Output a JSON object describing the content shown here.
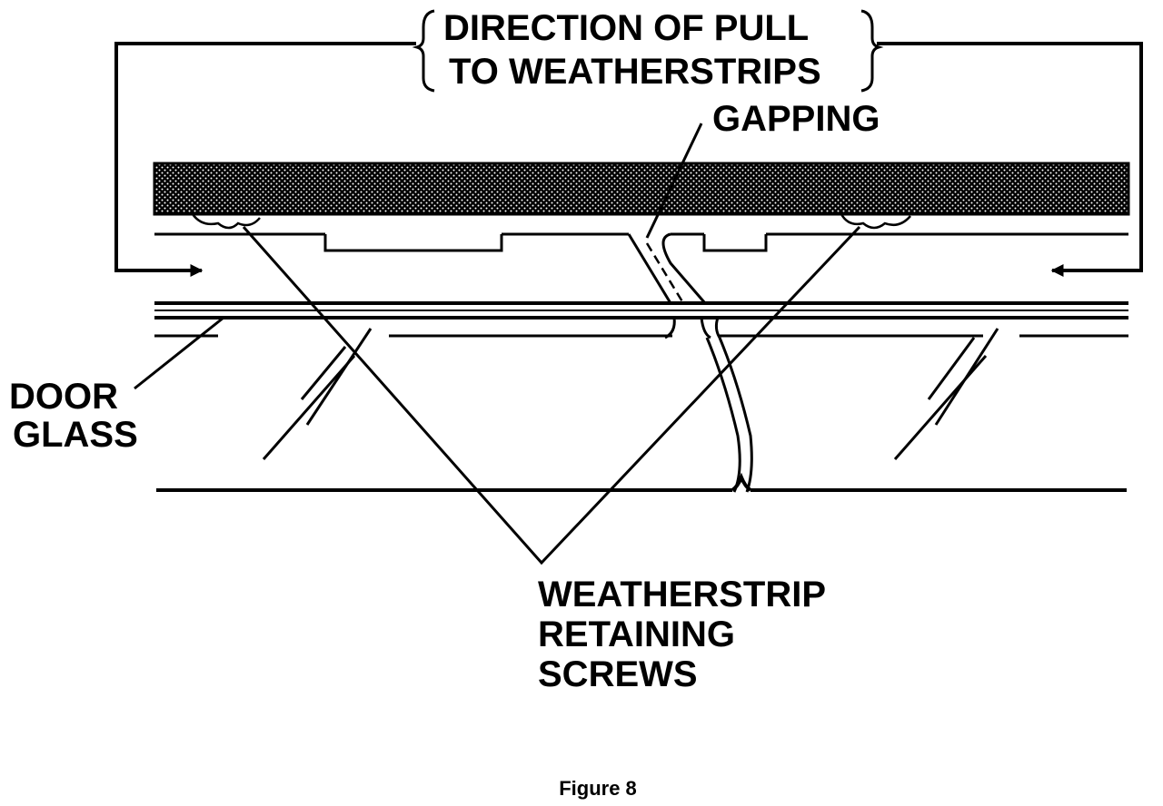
{
  "labels": {
    "direction_line1": "DIRECTION OF PULL",
    "direction_line2": "TO WEATHERSTRIPS",
    "gapping": "GAPPING",
    "door_glass_line1": "DOOR",
    "door_glass_line2": "GLASS",
    "screws_line1": "WEATHERSTRIP",
    "screws_line2": "RETAINING",
    "screws_line3": "SCREWS"
  },
  "caption": "Figure 8",
  "colors": {
    "ink": "#000000",
    "paper": "#ffffff"
  }
}
